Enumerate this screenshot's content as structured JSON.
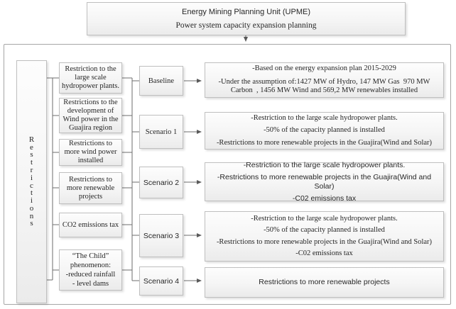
{
  "title": {
    "line1": "Energy Mining Planning Unit (UPME)",
    "line2": "Power system capacity expansion planning"
  },
  "left_label": {
    "vertical_text": "R\ne\ns\nt\nr\ni\nc\nt\ni\no\nn\ns"
  },
  "restrictions": [
    {
      "label": "Restriction to the large scale hydropower plants."
    },
    {
      "label": "Restrictions to the development of Wind power in the Guajira region"
    },
    {
      "label": "Restrictions to more wind power installed"
    },
    {
      "label": "Restrictions to more renewable projects"
    },
    {
      "label": "CO2 emissions tax"
    },
    {
      "label": "“The Child” phenomenon:\n-reduced rainfall\n- level dams"
    }
  ],
  "scenarios": [
    {
      "name": "Baseline",
      "desc": [
        "-Based on the energy expansion plan 2015-2029",
        "-Under the assumption of:1427 MW of Hydro, 147 MW Gas  970 MW  Carbon  , 1456 MW Wind and 569,2 MW renewables installed"
      ]
    },
    {
      "name": "Scenario 1",
      "desc": [
        "-Restriction to the large scale hydropower plants.",
        "-50% of the capacity planned is installed",
        "-Restrictions to more renewable projects in the Guajira(Wind and Solar)"
      ]
    },
    {
      "name": "Scenario 2",
      "desc": [
        "-Restriction to the large scale hydropower plants.",
        "-Restrictions to more renewable projects in the Guajira(Wind and Solar)",
        "-C02 emissions tax"
      ]
    },
    {
      "name": "Scenario 3",
      "desc": [
        "-Restriction to the large scale hydropower plants.",
        "-50% of the capacity planned is installed",
        "-Restrictions to more renewable projects in the Guajira(Wind and Solar)",
        "-C02 emissions tax"
      ]
    },
    {
      "name": "Scenario 4",
      "desc": [
        "Restrictions to more renewable projects"
      ]
    }
  ],
  "colors": {
    "box_border": "#bfbfbf",
    "container_border": "#a6a6a6",
    "connector_line": "#6e6e6e",
    "text": "#262626"
  }
}
